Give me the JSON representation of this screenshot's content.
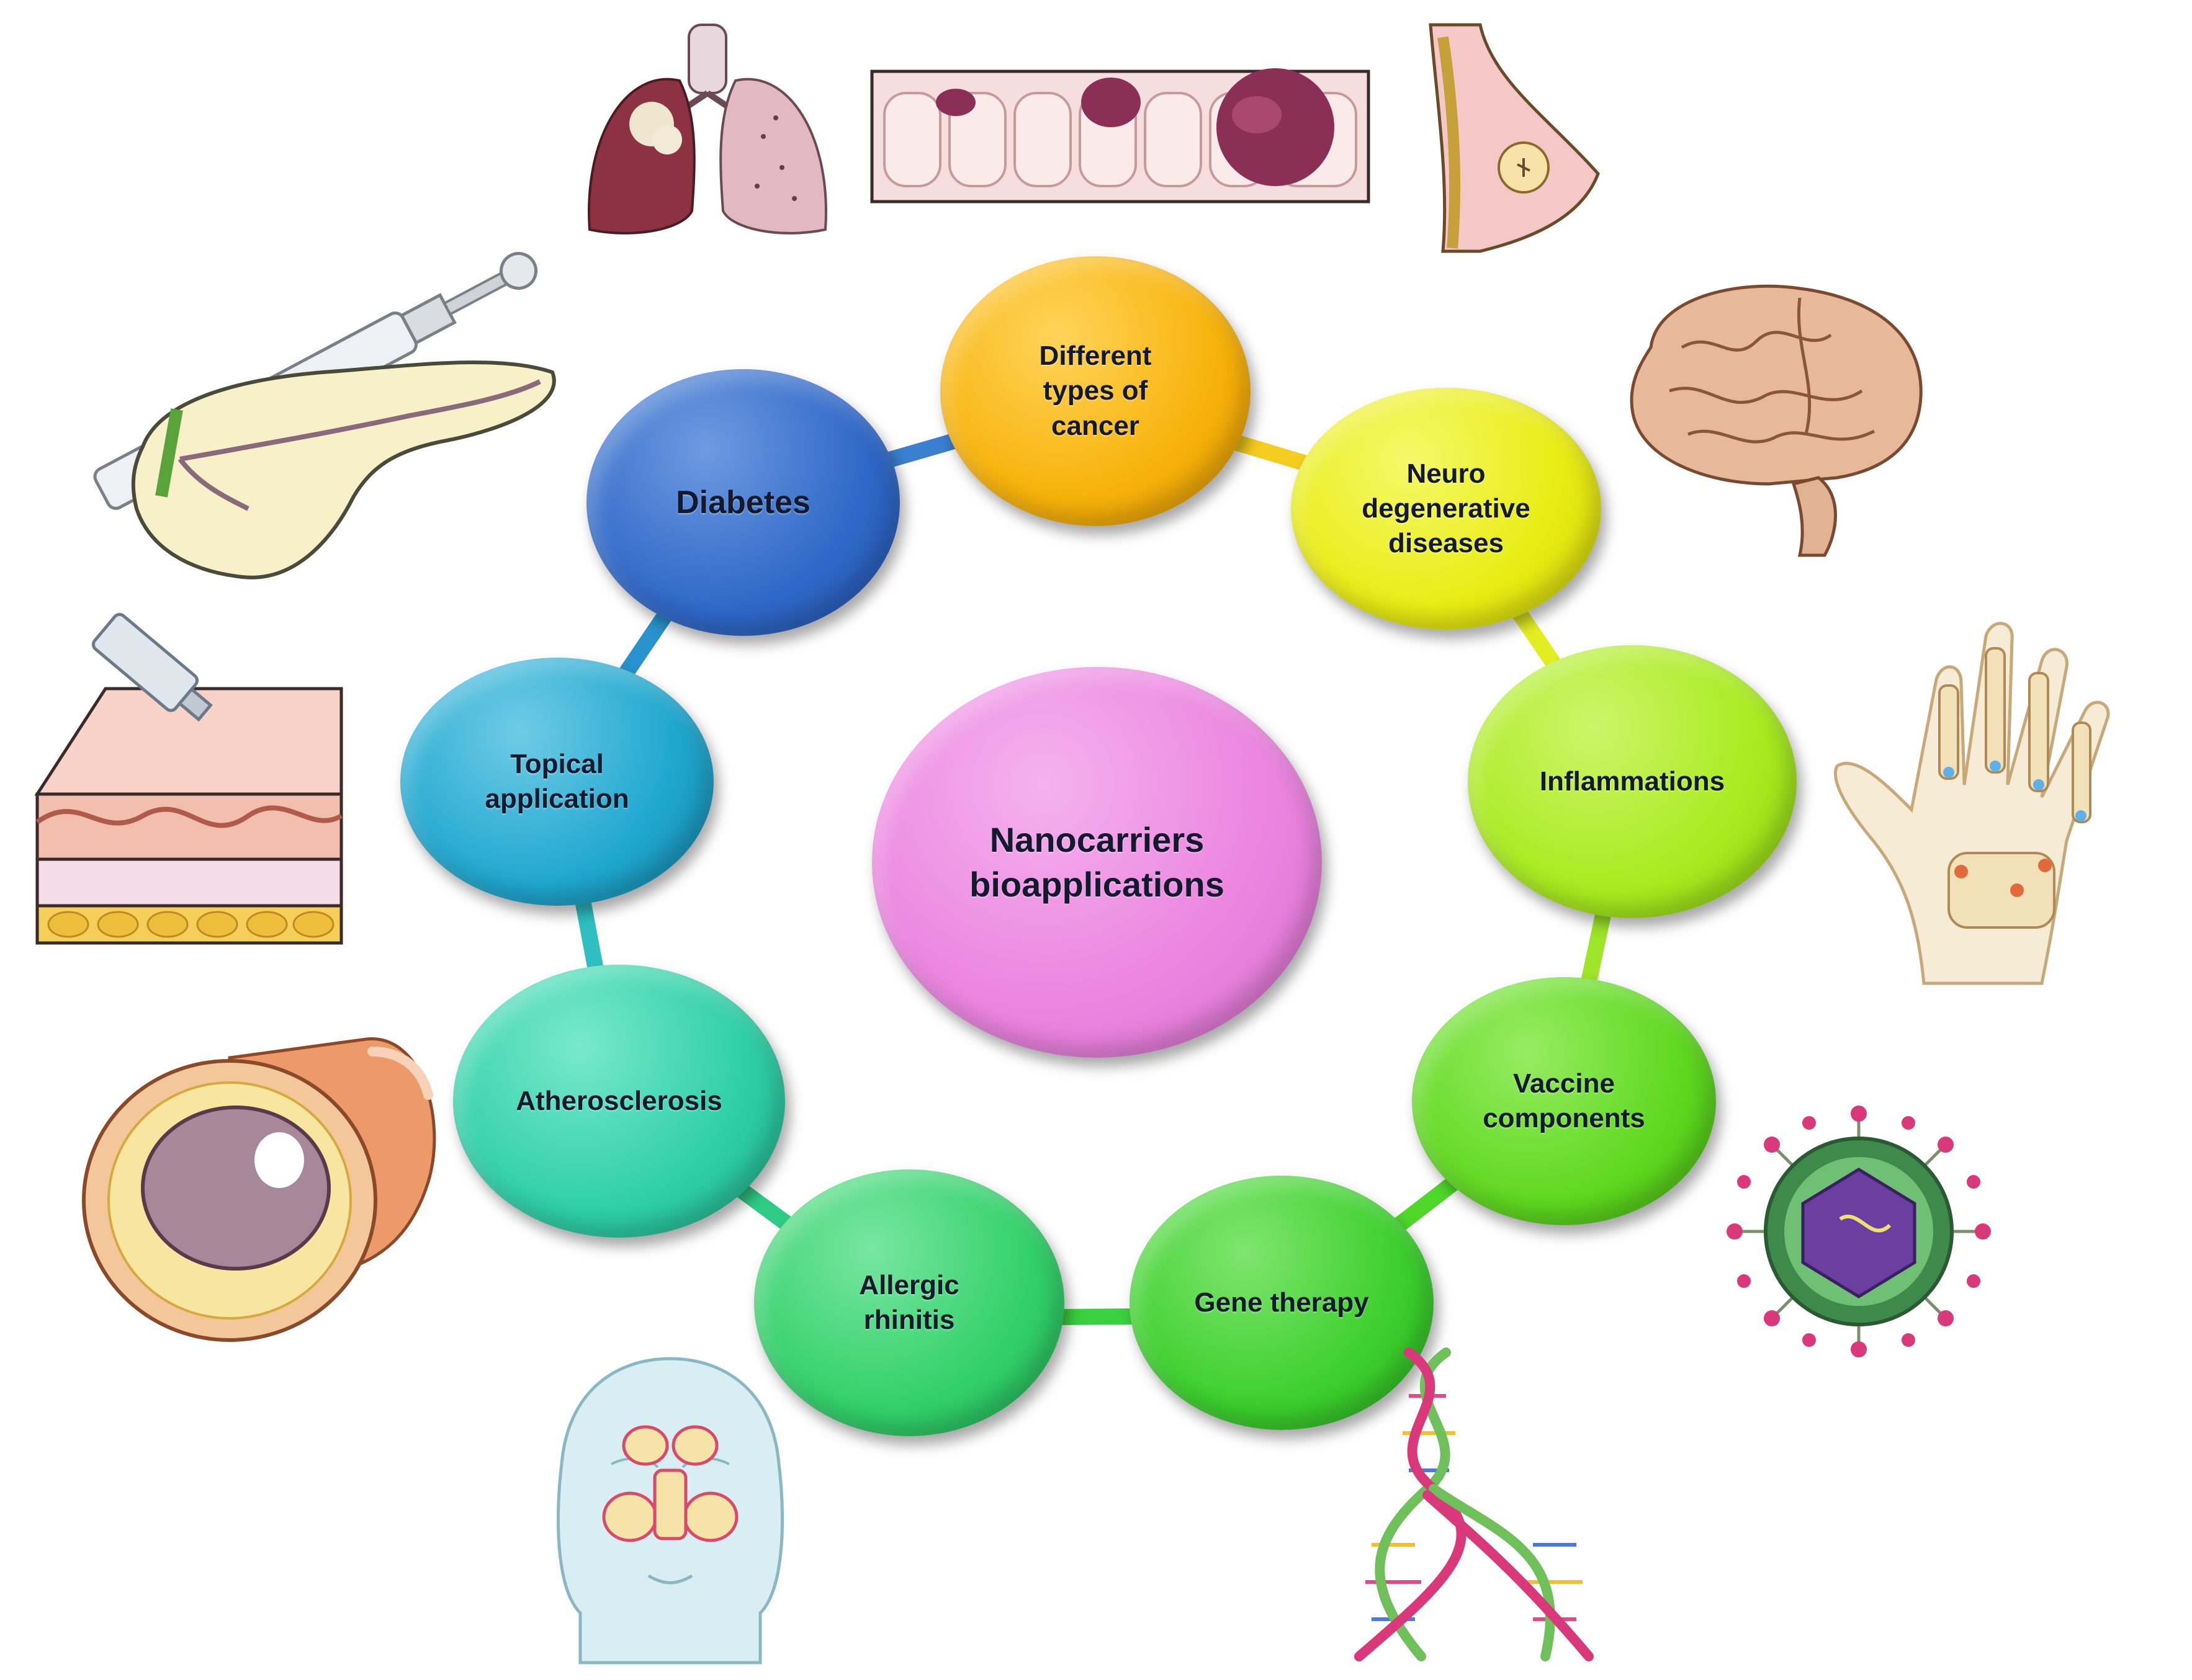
{
  "center": {
    "label": "Nanocarriers\nbioapplications",
    "color": "#ec86e0"
  },
  "nodes": [
    {
      "label": "Different\ntypes of\ncancer",
      "color": "#f7b20a"
    },
    {
      "label": "Neuro\ndegenerative\ndiseases",
      "color": "#e8ec12"
    },
    {
      "label": "Inflammations",
      "color": "#a8ea1e"
    },
    {
      "label": "Vaccine\ncomponents",
      "color": "#5fd81f"
    },
    {
      "label": "Gene therapy",
      "color": "#3ccf2d"
    },
    {
      "label": "Allergic\nrhinitis",
      "color": "#32d06a"
    },
    {
      "label": "Atherosclerosis",
      "color": "#2ecfa6"
    },
    {
      "label": "Topical\napplication",
      "color": "#1fa7cf"
    },
    {
      "label": "Diabetes",
      "color": "#2f68c8"
    }
  ],
  "illustrations": [
    "lungs-illustration",
    "colon-tumor-illustration",
    "breast-illustration",
    "brain-illustration",
    "arthritic-hand-illustration",
    "virus-illustration",
    "dna-helix-illustration",
    "sinus-face-illustration",
    "artery-plaque-illustration",
    "skin-cream-illustration",
    "pancreas-syringe-illustration"
  ]
}
